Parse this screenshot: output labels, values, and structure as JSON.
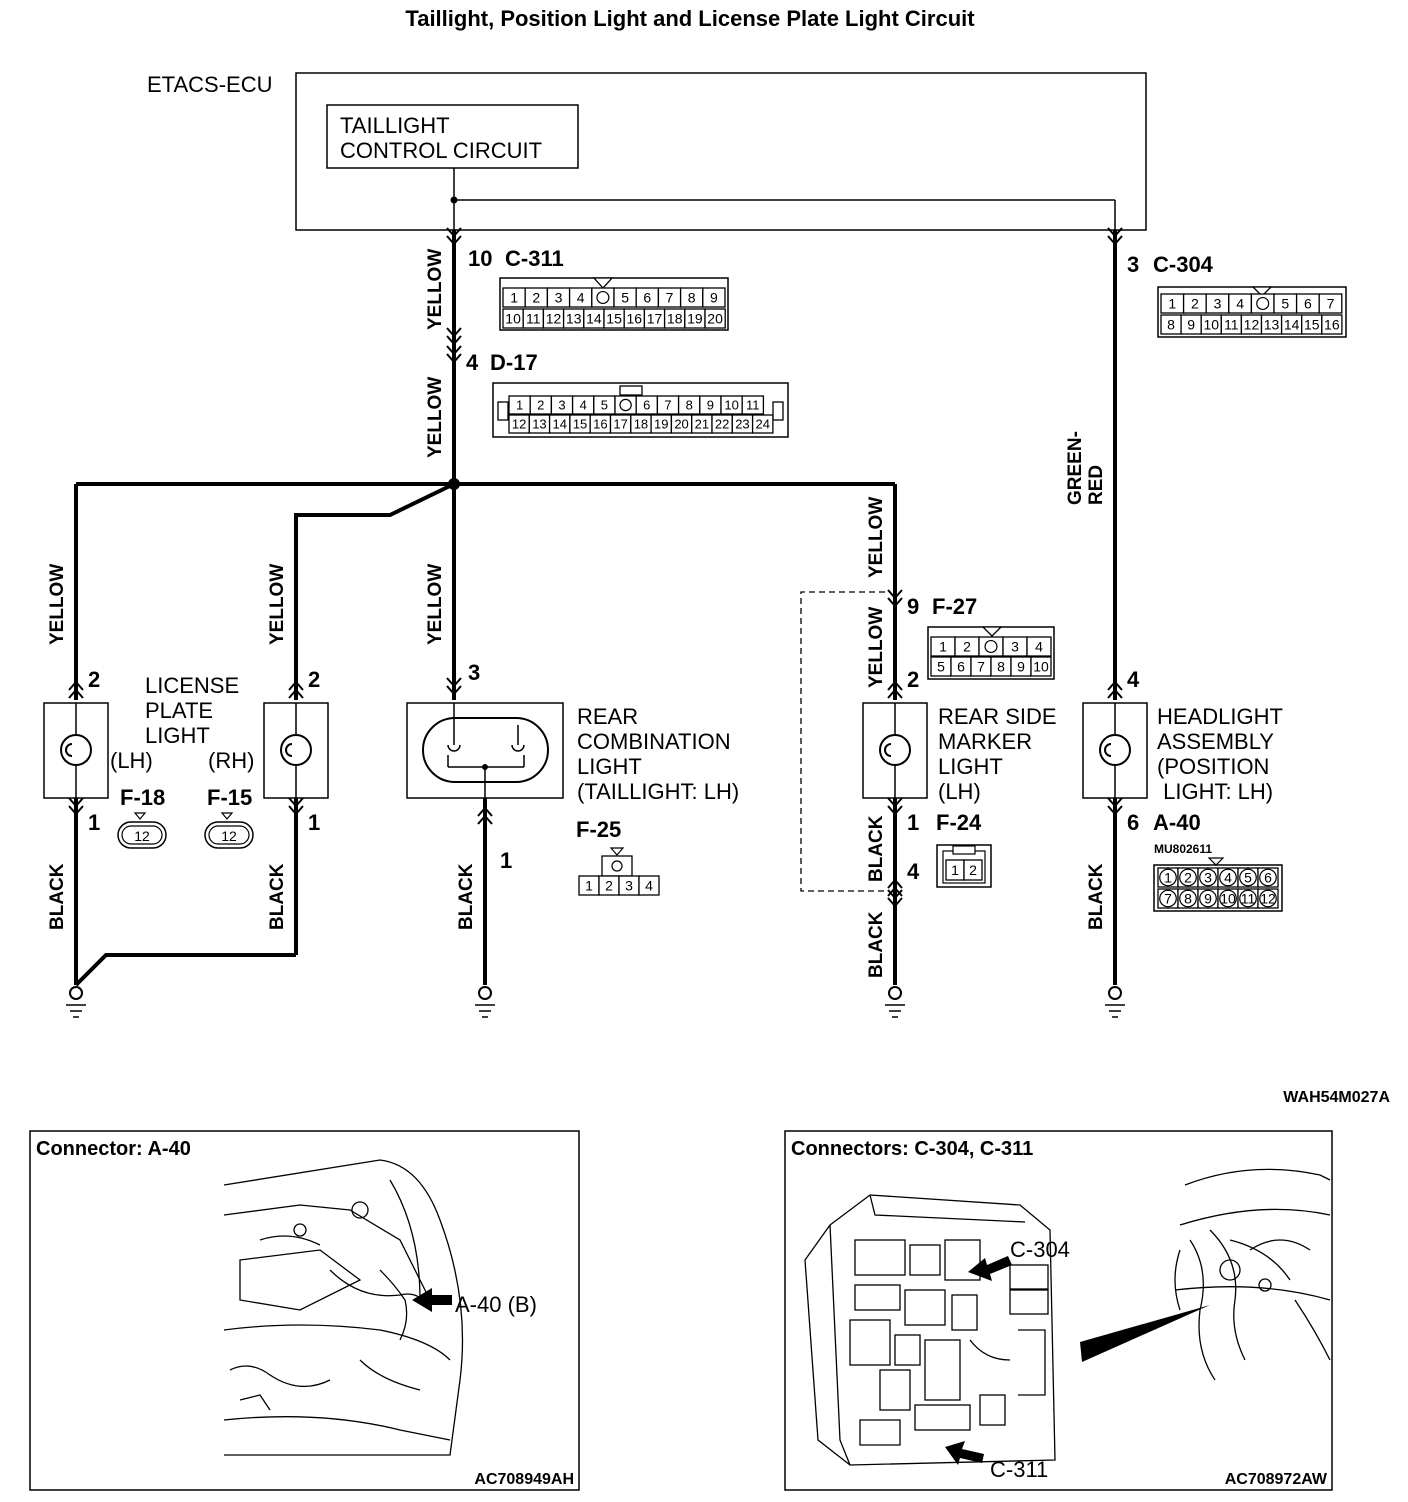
{
  "title": "Taillight, Position Light and License Plate Light Circuit",
  "ecu": {
    "name": "ETACS-ECU",
    "circuit_line1": "TAILLIGHT",
    "circuit_line2": "CONTROL CIRCUIT"
  },
  "wires": {
    "yellow": "YELLOW",
    "black": "BLACK",
    "green_red_1": "GREEN-",
    "green_red_2": "RED"
  },
  "connectors": {
    "c311": {
      "pin": "10",
      "name": "C-311",
      "row1": [
        "1",
        "2",
        "3",
        "4",
        "",
        "5",
        "6",
        "7",
        "8",
        "9"
      ],
      "row2": [
        "10",
        "11",
        "12",
        "13",
        "14",
        "15",
        "16",
        "17",
        "18",
        "19",
        "20"
      ]
    },
    "c304": {
      "pin": "3",
      "name": "C-304",
      "row1": [
        "1",
        "2",
        "3",
        "4",
        "",
        "5",
        "6",
        "7"
      ],
      "row2": [
        "8",
        "9",
        "10",
        "11",
        "12",
        "13",
        "14",
        "15",
        "16"
      ]
    },
    "d17": {
      "pin": "4",
      "name": "D-17",
      "row1": [
        "1",
        "2",
        "3",
        "4",
        "5",
        "",
        "6",
        "7",
        "8",
        "9",
        "10",
        "11"
      ],
      "row2": [
        "12",
        "13",
        "14",
        "15",
        "16",
        "17",
        "18",
        "19",
        "20",
        "21",
        "22",
        "23",
        "24"
      ]
    },
    "f27": {
      "pin": "9",
      "name": "F-27",
      "row1": [
        "1",
        "2",
        "",
        "3",
        "4"
      ],
      "row2": [
        "5",
        "6",
        "7",
        "8",
        "9",
        "10"
      ]
    },
    "f18": {
      "name": "F-18",
      "pins": "12"
    },
    "f15": {
      "name": "F-15",
      "pins": "12"
    },
    "f25": {
      "name": "F-25",
      "row": [
        "1",
        "2",
        "3",
        "4"
      ]
    },
    "f24": {
      "name": "F-24",
      "row": [
        "1",
        "2"
      ]
    },
    "a40": {
      "name": "A-40",
      "part": "MU802611",
      "row1": [
        "1",
        "2",
        "3",
        "4",
        "5",
        "6"
      ],
      "row2": [
        "7",
        "8",
        "9",
        "10",
        "11",
        "12"
      ]
    }
  },
  "pins": {
    "lp_lh_top": "2",
    "lp_lh_bot": "1",
    "lp_rh_top": "2",
    "lp_rh_bot": "1",
    "rcl_top": "3",
    "rcl_bot": "1",
    "rsm_top": "2",
    "rsm_bot": "1",
    "f24_bot": "4",
    "hl_top": "4",
    "hl_bot": "6"
  },
  "components": {
    "license_plate": {
      "l1": "LICENSE",
      "l2": "PLATE",
      "l3": "LIGHT",
      "lh": "(LH)",
      "rh": "(RH)"
    },
    "rear_combination": {
      "l1": "REAR",
      "l2": "COMBINATION",
      "l3": "LIGHT",
      "l4": "(TAILLIGHT: LH)"
    },
    "rear_side_marker": {
      "l1": "REAR SIDE",
      "l2": "MARKER",
      "l3": "LIGHT",
      "l4": "(LH)"
    },
    "headlight": {
      "l1": "HEADLIGHT",
      "l2": "ASSEMBLY",
      "l3": "(POSITION",
      "l4": " LIGHT: LH)"
    }
  },
  "diagram_code": "WAH54M027A",
  "panel_a40": {
    "title": "Connector: A-40",
    "label": "A-40 (B)",
    "code": "AC708949AH"
  },
  "panel_c304": {
    "title": "Connectors: C-304, C-311",
    "label1": "C-304",
    "label2": "C-311",
    "code": "AC708972AW"
  }
}
